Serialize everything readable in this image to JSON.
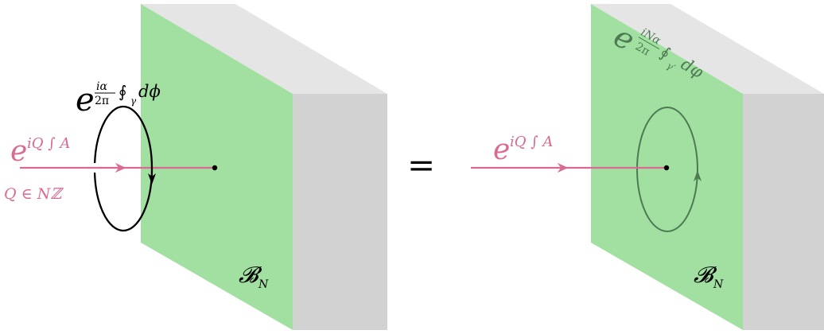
{
  "colors": {
    "wall_face": "#a1e0a1",
    "wall_top": "#e5e5e5",
    "wall_side": "#d2d2d2",
    "line": "#d96a93",
    "loop": "#000000",
    "loop_projected": "#4d7a52",
    "label": "#d96a93"
  },
  "left_panel": {
    "loop_label": {
      "base": "e",
      "frac_num": "iα",
      "frac_den": "2π",
      "integral": "∮",
      "subscript": "γ",
      "integrand": "dϕ"
    },
    "line_label": {
      "base": "e",
      "exponent": "iQ ∫ A"
    },
    "charge_label": "Q ∈ Nℤ",
    "boundary_label": {
      "symbol": "𝓑",
      "subscript": "N"
    }
  },
  "equals": "=",
  "right_panel": {
    "loop_label": {
      "base": "e",
      "frac_num": "iNα",
      "frac_den": "2π",
      "integral": "∮",
      "subscript": "γ′",
      "integrand": "dφ"
    },
    "line_label": {
      "base": "e",
      "exponent": "iQ ∫ A"
    },
    "boundary_label": {
      "symbol": "𝓑",
      "subscript": "N"
    }
  }
}
